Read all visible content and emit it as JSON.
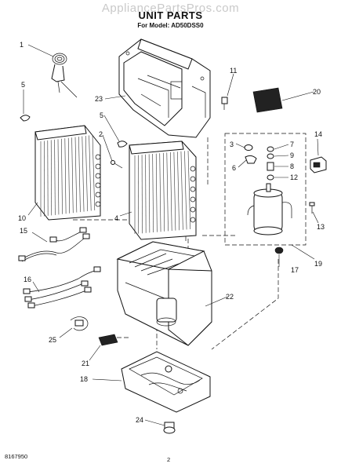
{
  "watermark": "AppliancePartsPros.com",
  "title": "UNIT PARTS",
  "subtitle": "For Model: AD50DSS0",
  "footer": {
    "doc_number": "8167950",
    "page_number": "2"
  },
  "callouts": [
    "1",
    "2",
    "3",
    "4",
    "5",
    "5",
    "6",
    "7",
    "8",
    "9",
    "10",
    "11",
    "12",
    "13",
    "14",
    "15",
    "16",
    "17",
    "18",
    "19",
    "20",
    "21",
    "22",
    "23",
    "24",
    "25"
  ]
}
